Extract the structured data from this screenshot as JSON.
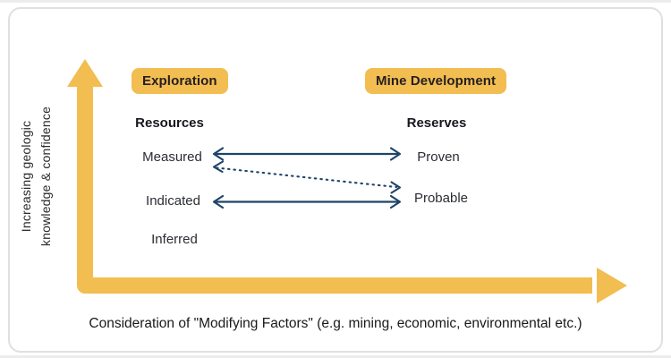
{
  "colors": {
    "accent_yellow": "#F2BD51",
    "arrow_navy": "#1F4468",
    "text_dark": "#1F2430",
    "card_border": "#E0E0E0"
  },
  "y_axis": {
    "label_line1": "Increasing geologic",
    "label_line2": "knowledge & confidence"
  },
  "x_axis": {
    "caption": "Consideration of \"Modifying Factors\" (e.g. mining, economic, environmental etc.)"
  },
  "stages": {
    "exploration": "Exploration",
    "mine_development": "Mine Development"
  },
  "columns": {
    "resources": {
      "header": "Resources",
      "items": [
        "Measured",
        "Indicated",
        "Inferred"
      ]
    },
    "reserves": {
      "header": "Reserves",
      "items": [
        "Proven",
        "Probable"
      ]
    }
  },
  "relationships": [
    {
      "from": "Measured",
      "to": "Proven",
      "style": "solid",
      "bidirectional": true
    },
    {
      "from": "Measured",
      "to": "Probable",
      "style": "dotted",
      "bidirectional": true
    },
    {
      "from": "Indicated",
      "to": "Probable",
      "style": "solid",
      "bidirectional": true
    }
  ]
}
